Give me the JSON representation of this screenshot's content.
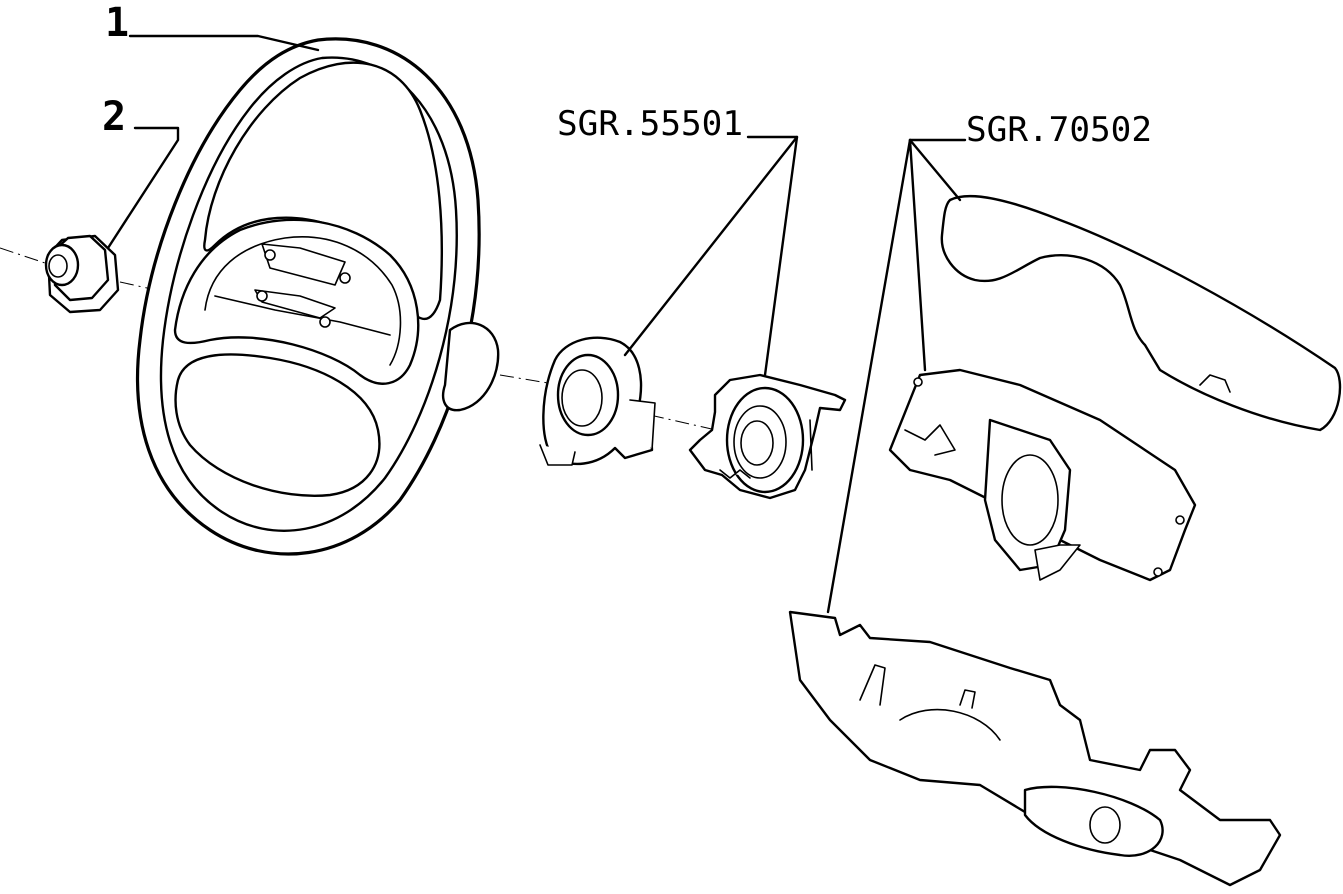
{
  "labels": {
    "item_1": "1",
    "item_2": "2",
    "ref_a": "SGR.55501",
    "ref_b": "SGR.70502"
  },
  "colors": {
    "ink": "#000000",
    "paper": "#ffffff"
  }
}
